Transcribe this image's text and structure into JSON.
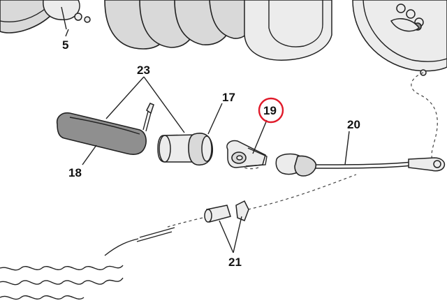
{
  "callouts": [
    {
      "id": "5",
      "text": "5"
    },
    {
      "id": "23",
      "text": "23"
    },
    {
      "id": "17",
      "text": "17"
    },
    {
      "id": "19",
      "text": "19"
    },
    {
      "id": "20",
      "text": "20"
    },
    {
      "id": "18",
      "text": "18"
    },
    {
      "id": "21",
      "text": "21"
    }
  ],
  "highlighted_callout": "19",
  "colors": {
    "highlight_ring": "#e01a2a",
    "part_fill": "#d9d9d9",
    "dark_fill": "#8f8f8f",
    "outline": "#222222"
  }
}
